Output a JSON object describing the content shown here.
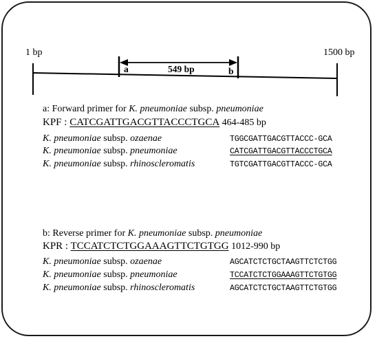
{
  "map": {
    "start_label": "1 bp",
    "end_label": "1500 bp",
    "amplicon_label": "549 bp",
    "marker_a": "a",
    "marker_b": "b"
  },
  "forward": {
    "heading_prefix": "a: Forward primer for ",
    "heading_species": "K. pneumoniae",
    "heading_mid": " subsp. ",
    "heading_subsp": "pneumoniae",
    "primer_name": "KPF : ",
    "primer_seq": "CATCGATTGACGTTACCCTGCA",
    "primer_pos": " 464-485 bp",
    "rows": [
      {
        "species": "K. pneumoniae",
        "subsp_word": " subsp. ",
        "subsp": "ozaenae",
        "seq": "TGGCGATTGACGTTACCC-GCA"
      },
      {
        "species": "K. pneumoniae",
        "subsp_word": " subsp. ",
        "subsp": "pneumoniae",
        "seq": "CATCGATTGACGTTACCCTGCA"
      },
      {
        "species": "K. pneumoniae",
        "subsp_word": " subsp. ",
        "subsp": "rhinoscleromatis",
        "seq": "TGTCGATTGACGTTACCC-GCA"
      }
    ]
  },
  "reverse": {
    "heading_prefix": "b: Reverse primer for ",
    "heading_species": "K. pneumoniae",
    "heading_mid": " subsp. ",
    "heading_subsp": "pneumoniae",
    "primer_name": "KPR : ",
    "primer_seq": "TCCATCTCTGGAAAGTTCTGTGG",
    "primer_pos": " 1012-990 bp",
    "rows": [
      {
        "species": "K. pneumoniae",
        "subsp_word": " subsp. ",
        "subsp": "ozaenae",
        "seq": "AGCATCTCTGCTAAGTTCTCTGG"
      },
      {
        "species": "K. pneumoniae",
        "subsp_word": " subsp. ",
        "subsp": "pneumoniae",
        "seq": "TCCATCTCTGGAAAGTTCTGTGG"
      },
      {
        "species": "K. pneumoniae",
        "subsp_word": " subsp. ",
        "subsp": "rhinoscleromatis",
        "seq": "AGCATCTCTGCTAAGTTCTGTGG"
      }
    ]
  }
}
